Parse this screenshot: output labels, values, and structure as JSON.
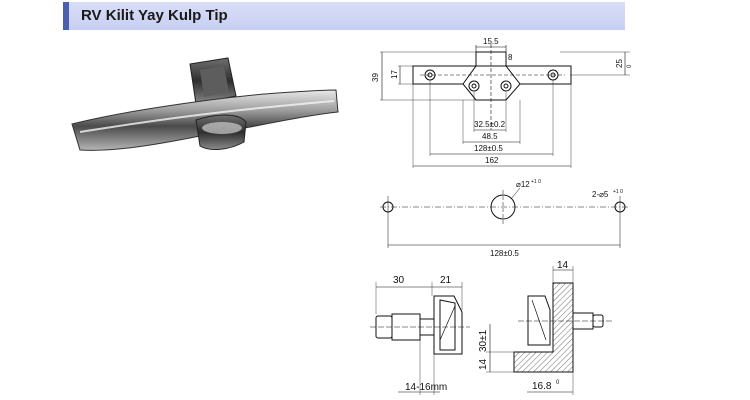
{
  "header": {
    "title": "RV Kilit Yay Kulp Tip"
  },
  "top_view": {
    "d_15_5": "15.5",
    "d_8": "8",
    "d_39": "39",
    "d_17": "17",
    "d_25": "25",
    "d_25_tol": "0",
    "d_32_5": "32.5±0.2",
    "d_48_5": "48.5",
    "d_128": "128±0.5",
    "d_162": "162"
  },
  "hole_view": {
    "d_12": "⌀12",
    "d_12_tol": "+1 0",
    "d_2x5": "2-⌀5",
    "d_2x5_tol": "+1 0",
    "d_128": "128±0.5"
  },
  "side_view": {
    "d_30": "30",
    "d_21": "21",
    "d_14_16": "14-16mm"
  },
  "section_view": {
    "d_14_top": "14",
    "d_30_1": "30±1",
    "d_14_side": "14",
    "d_16_8": "16.8",
    "d_16_8_tol": "0"
  }
}
